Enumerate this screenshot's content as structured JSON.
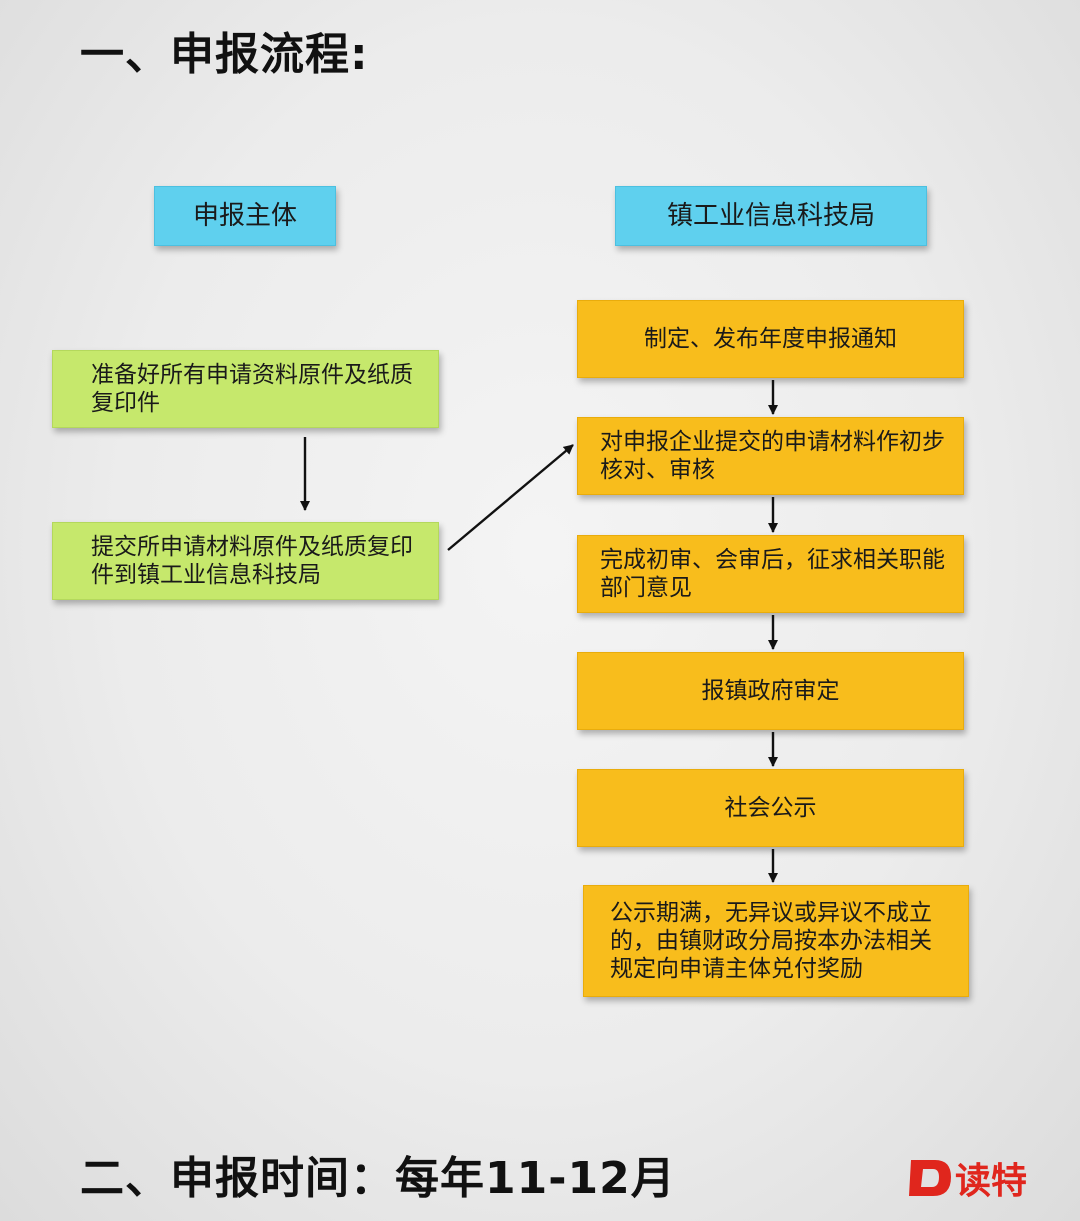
{
  "heading_process": "一、申报流程:",
  "heading_time": "二、申报时间：每年11-12月",
  "lanes": {
    "applicant": {
      "title": "申报主体",
      "steps": [
        "准备好所有申请资料原件及纸质复印件",
        "提交所申请材料原件及纸质复印件到镇工业信息科技局"
      ]
    },
    "bureau": {
      "title": "镇工业信息科技局",
      "steps": [
        "制定、发布年度申报通知",
        "对申报企业提交的申请材料作初步核对、审核",
        "完成初审、会审后，征求相关职能部门意见",
        "报镇政府审定",
        "社会公示",
        "公示期满，无异议或异议不成立的，由镇财政分局按本办法相关规定向申请主体兑付奖励"
      ]
    }
  },
  "watermark": "读特",
  "colors": {
    "lane_title": "#5fd0ee",
    "applicant_step": "#c6e86c",
    "bureau_step": "#f8bd1c",
    "watermark_red": "#e0261d"
  }
}
